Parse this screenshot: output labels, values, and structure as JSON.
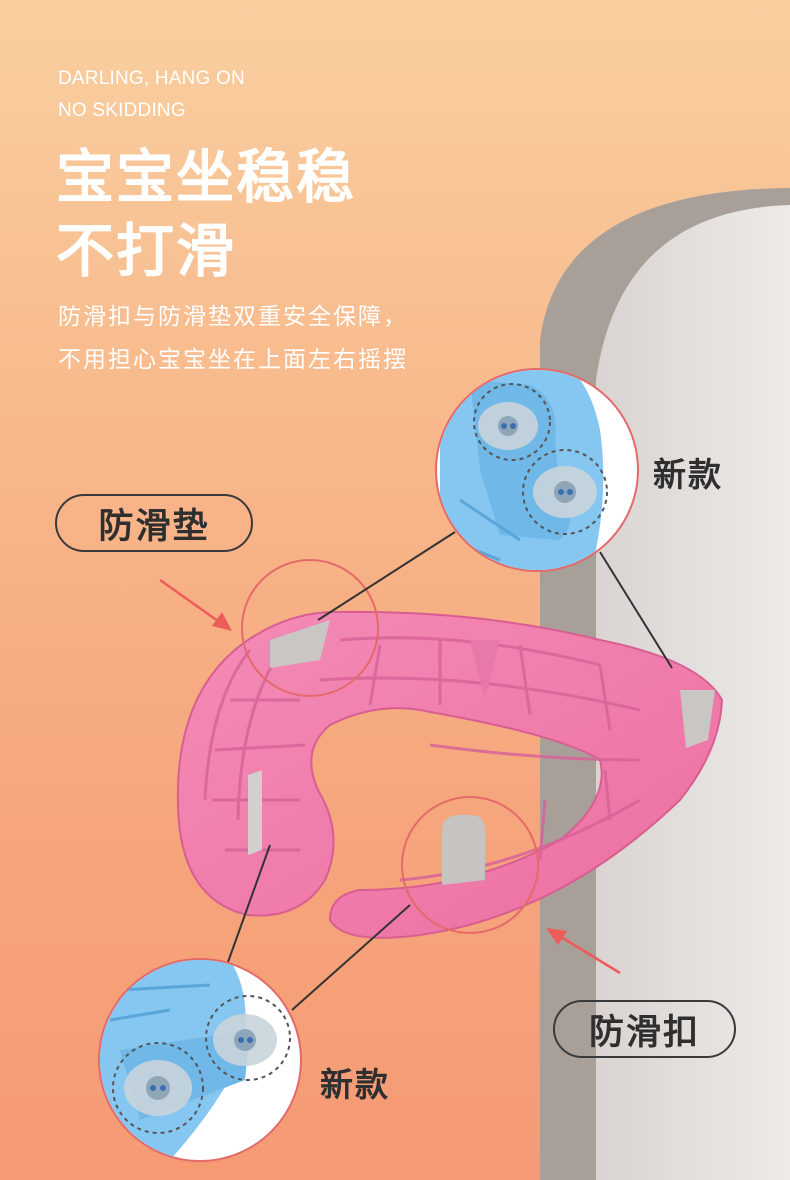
{
  "header": {
    "eyebrow_line1": "DARLING, HANG ON",
    "eyebrow_line2": "NO SKIDDING",
    "title_line1": "宝宝坐稳稳",
    "title_line2": "不打滑",
    "desc_line1": "防滑扣与防滑垫双重安全保障，",
    "desc_line2": "不用担心宝宝坐在上面左右摇摆"
  },
  "labels": {
    "anti_slip_pad": "防滑垫",
    "anti_slip_buckle": "防滑扣",
    "new_top": "新款",
    "new_bottom": "新款"
  },
  "colors": {
    "seat_pink": "#f07fae",
    "pad_blue": "#7fc4f0",
    "arrow_red": "#ee5b5b",
    "circle_red": "#e46a6a"
  }
}
